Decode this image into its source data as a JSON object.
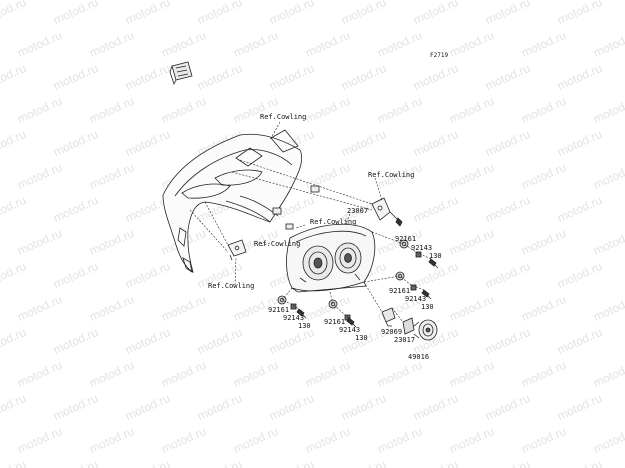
{
  "figure_code": "F2719",
  "watermark_text": "motod.ru",
  "colors": {
    "line": "#222222",
    "watermark": "#e3e3e3",
    "background": "#ffffff"
  },
  "icons": {
    "corner_mark": "kawasaki-emblem-icon"
  },
  "labels": {
    "ref_cowling_top": "Ref.Cowling",
    "ref_cowling_right": "Ref.Cowling",
    "ref_cowling_mid": "Ref.Cowling",
    "ref_cowling_mid2": "Ref.Cowling",
    "ref_cowling_left": "Ref.Cowling",
    "part_23007": "23007",
    "part_92161_a": "92161",
    "part_92143_a": "92143",
    "part_130_a": "130",
    "part_92161_b": "92161",
    "part_92143_b": "92143",
    "part_130_b": "130",
    "part_92161_c": "92161",
    "part_92143_c": "92143",
    "part_130_c": "130",
    "part_92161_d": "92161",
    "part_92143_d": "92143",
    "part_130_d": "130",
    "part_92069": "92069",
    "part_23017": "23017",
    "part_49016": "49016"
  }
}
